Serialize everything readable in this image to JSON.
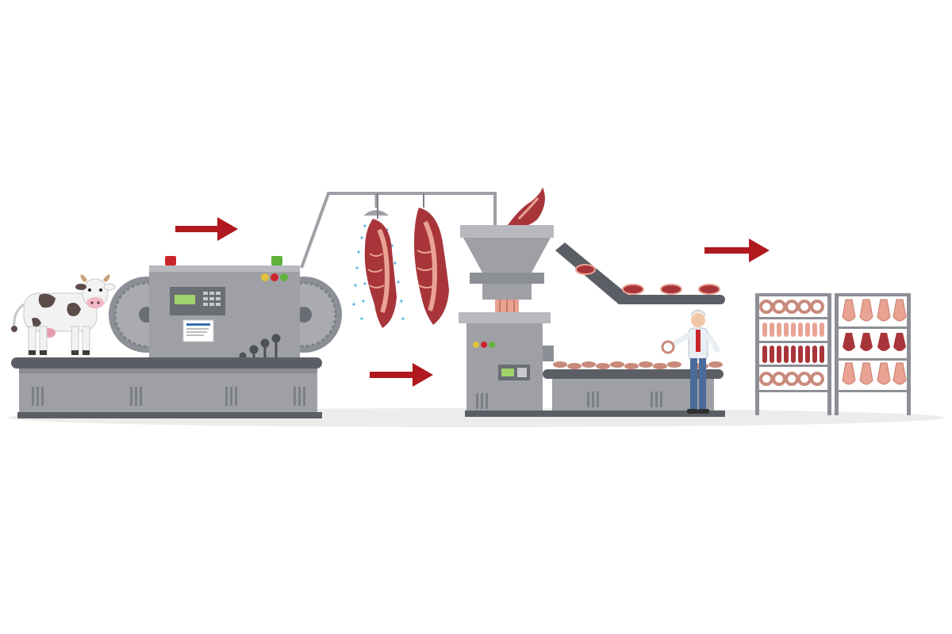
{
  "colors": {
    "background": "#ffffff",
    "floor": "#ececec",
    "machine_body": "#9ea0a6",
    "machine_dark": "#7d7f86",
    "machine_light": "#b7b9bf",
    "belt": "#5c5e66",
    "arrow": "#b0191e",
    "meat": "#a8353a",
    "meat_light": "#e8a393",
    "sausage": "#c98a7b",
    "screen": "#9fd36b",
    "lamp_red": "#c9262b",
    "lamp_green": "#5fb23a",
    "lamp_yellow": "#e0c23a",
    "water": "#5fb6e6",
    "shelf": "#8d8f96"
  },
  "icons": {
    "cow": "cow-icon",
    "saw_blade": "saw-blade-icon",
    "arrow": "arrow-right-icon",
    "carcass": "carcass-icon",
    "shower": "shower-icon",
    "grinder": "meat-grinder-icon",
    "steak": "steak-icon",
    "sausage": "sausage-icon",
    "worker": "worker-icon",
    "rack": "storage-rack-icon"
  },
  "process_steps": [
    "cow-on-conveyor",
    "cutting-machine",
    "carcass-washing",
    "meat-grinder",
    "steak-conveyor",
    "sausage-production",
    "storage-racks"
  ]
}
